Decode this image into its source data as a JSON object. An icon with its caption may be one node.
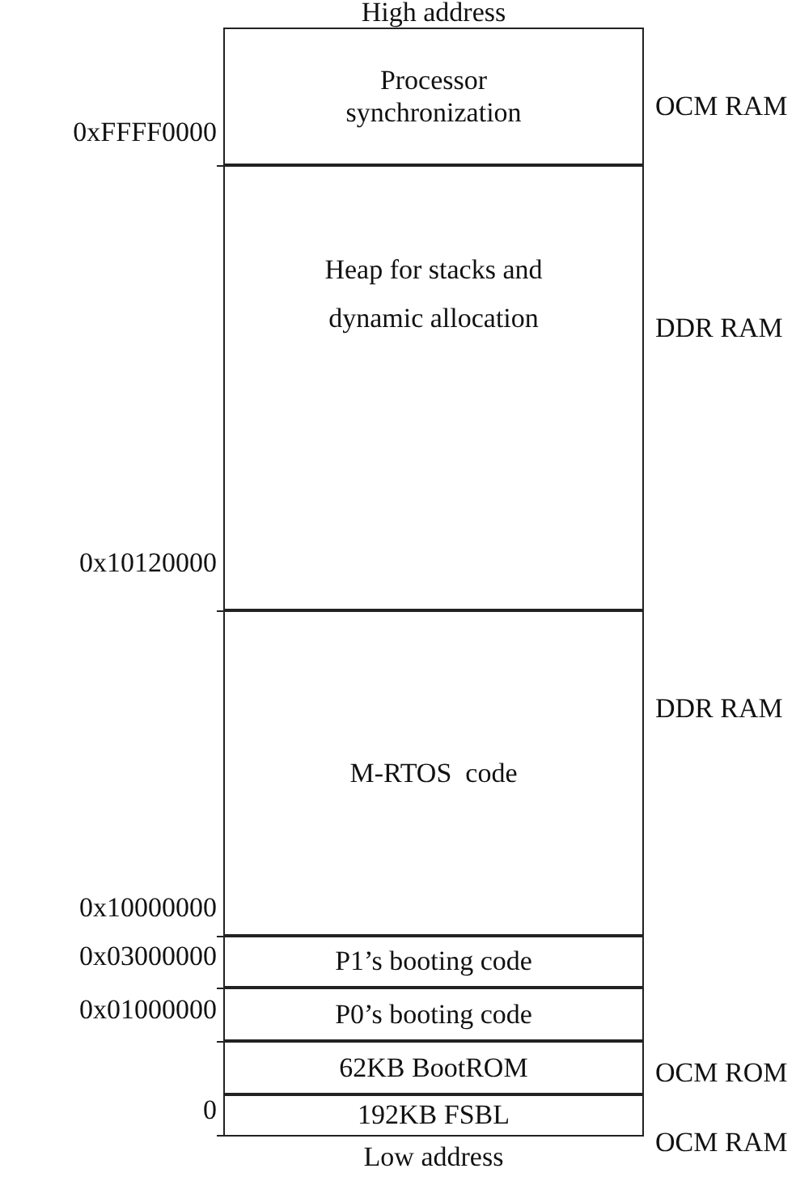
{
  "diagram": {
    "nodes": [
      {
        "text": [
          "Processor synchronization"
        ],
        "beside": [
          "OCM RAM"
        ]
      },
      {
        "text": [
          "Heap for stacks and dynamic allocation"
        ],
        "beside": [
          "DDR RAM"
        ]
      },
      {
        "text": [
          "M-RTOS  code"
        ],
        "beside": [
          "DDR RAM"
        ]
      },
      {
        "text": [
          "P1’s booting code"
        ]
      },
      {
        "text": [
          "P0’s booting code"
        ]
      },
      {
        "text": [
          "62KB BootROM"
        ],
        "beside": [
          "OCM ROM"
        ]
      },
      {
        "text": [
          "192KB FSBL"
        ],
        "beside": [
          "OCM RAM"
        ]
      }
    ],
    "edges": [],
    "labels": [
      "High address",
      "0xFFFF0000",
      "0x10120000",
      "0x10000000",
      "0x03000000",
      "0x01000000",
      "0",
      "Low address"
    ]
  }
}
